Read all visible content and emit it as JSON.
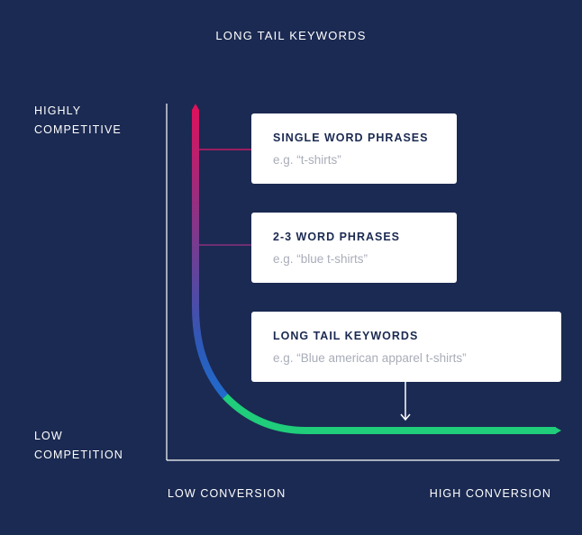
{
  "title": "LONG TAIL KEYWORDS",
  "y_axis": {
    "top_label": [
      "HIGHLY",
      "COMPETITIVE"
    ],
    "bottom_label": [
      "LOW",
      "COMPETITION"
    ]
  },
  "x_axis": {
    "left_label": "LOW CONVERSION",
    "right_label": "HIGH CONVERSION"
  },
  "cards": [
    {
      "title": "SINGLE WORD PHRASES",
      "example": "e.g. “t-shirts”"
    },
    {
      "title": "2-3 WORD PHRASES",
      "example": "e.g. “blue t-shirts”"
    },
    {
      "title": "LONG TAIL KEYWORDS",
      "example": "e.g. “Blue american apparel t-shirts”"
    }
  ],
  "colors": {
    "background": "#1b2a52",
    "curve_top": "#e0105a",
    "curve_middle": "#7a3a8e",
    "curve_blue": "#1f6fd0",
    "curve_green": "#1fcd7a",
    "card": "#ffffff",
    "card_title": "#1b2a52",
    "card_example": "#a9adb8"
  }
}
